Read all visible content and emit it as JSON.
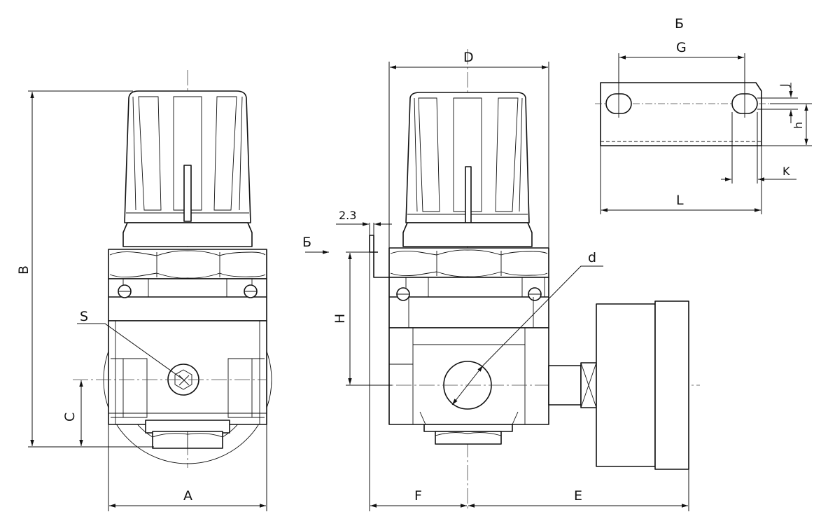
{
  "labels": {
    "A": "A",
    "B": "B",
    "C": "C",
    "S": "S",
    "D": "D",
    "H": "H",
    "F": "F",
    "E": "E",
    "d": "d",
    "thickness": "2.3",
    "view_arrow": "Б",
    "view_title": "Б",
    "G": "G",
    "J": "J",
    "h": "h",
    "K": "K",
    "L": "L"
  }
}
